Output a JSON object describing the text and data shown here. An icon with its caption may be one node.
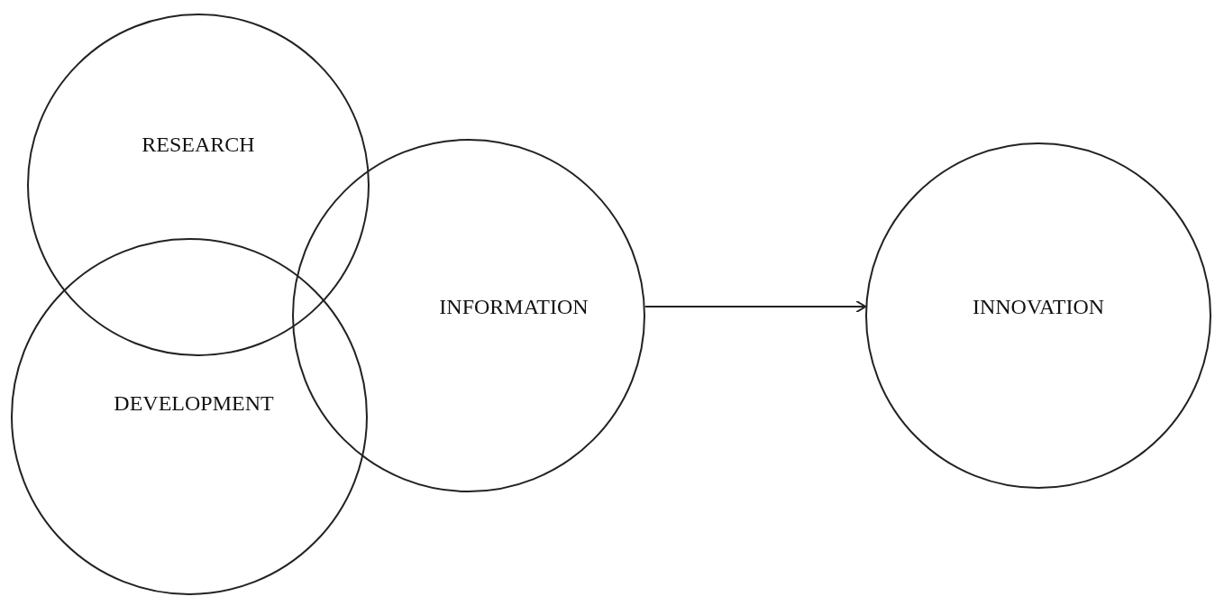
{
  "diagram": {
    "nodes": [
      {
        "text": [
          "RESEARCH"
        ]
      },
      {
        "text": [
          "DEVELOPMENT"
        ]
      },
      {
        "text": [
          "INFORMATION"
        ]
      },
      {
        "text": [
          "INNOVATION"
        ]
      }
    ],
    "edges": [
      {
        "from": 2,
        "to": 3,
        "arrow": "to"
      }
    ]
  }
}
